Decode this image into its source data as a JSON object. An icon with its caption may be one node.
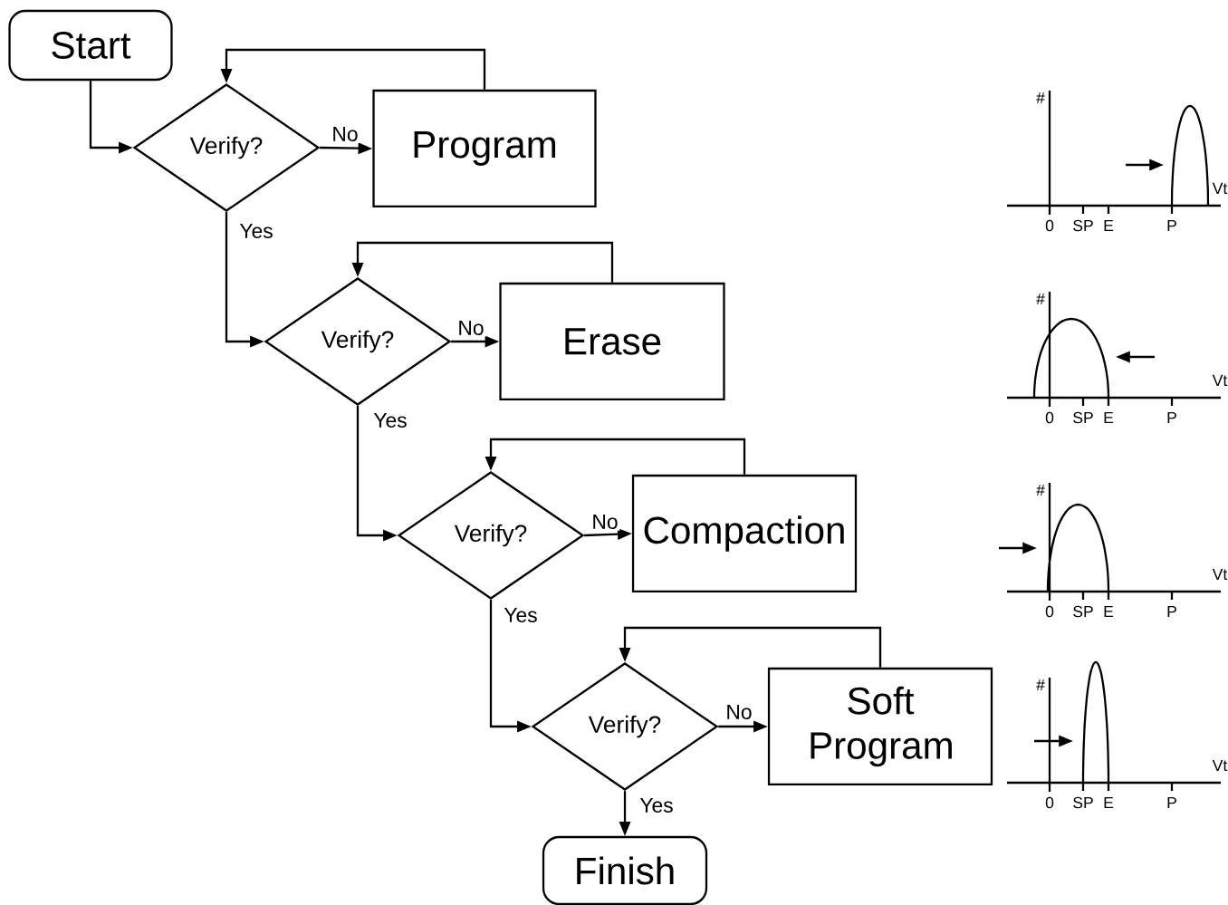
{
  "diagram": {
    "nodes": [
      {
        "text": [
          "Start"
        ]
      },
      {
        "text": [
          "Verify?"
        ]
      },
      {
        "text": [
          "Program"
        ]
      },
      {
        "text": [
          "Verify?"
        ]
      },
      {
        "text": [
          "Erase"
        ]
      },
      {
        "text": [
          "Verify?"
        ]
      },
      {
        "text": [
          "Compaction"
        ]
      },
      {
        "text": [
          "Verify?"
        ]
      },
      {
        "text": [
          "Soft Program"
        ]
      },
      {
        "text": [
          "Finish"
        ]
      }
    ],
    "edges": [
      {
        "from": 0,
        "to": 1,
        "arrow": "to"
      },
      {
        "from": 1,
        "to": 2,
        "arrow": "to",
        "label": "No"
      },
      {
        "from": 2,
        "to": 1,
        "arrow": "to"
      },
      {
        "from": 1,
        "to": 3,
        "arrow": "to",
        "label": "Yes"
      },
      {
        "from": 3,
        "to": 4,
        "arrow": "to",
        "label": "No"
      },
      {
        "from": 4,
        "to": 3,
        "arrow": "to"
      },
      {
        "from": 3,
        "to": 5,
        "arrow": "to",
        "label": "Yes"
      },
      {
        "from": 5,
        "to": 6,
        "arrow": "to",
        "label": "No"
      },
      {
        "from": 6,
        "to": 5,
        "arrow": "to"
      },
      {
        "from": 5,
        "to": 7,
        "arrow": "to",
        "label": "Yes"
      },
      {
        "from": 7,
        "to": 8,
        "arrow": "to",
        "label": "No"
      },
      {
        "from": 8,
        "to": 7,
        "arrow": "to"
      },
      {
        "from": 7,
        "to": 9,
        "arrow": "to",
        "label": "Yes"
      }
    ],
    "labels": [
      "#",
      "0",
      "SP",
      "E",
      "P",
      "Vt",
      "#",
      "0",
      "SP",
      "E",
      "P",
      "Vt",
      "#",
      "0",
      "SP",
      "E",
      "P",
      "Vt",
      "#",
      "0",
      "SP",
      "E",
      "P",
      "Vt"
    ]
  }
}
